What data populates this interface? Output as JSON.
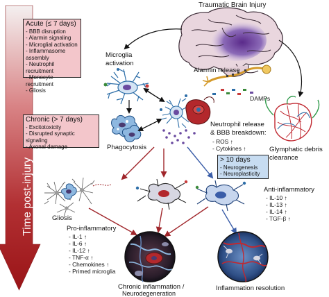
{
  "title": "Traumatic Brain Injury",
  "time_axis": "Time post-injury",
  "acute": {
    "heading": "Acute (≤ 7 days)",
    "items": [
      "- BBB disruption",
      "- Alarmin signaling",
      "- Microglial activation",
      "- Inflammasome assembly",
      "- Neutrophil recruitment",
      "- Monocyte recruitment",
      "- Gliosis"
    ]
  },
  "chronic": {
    "heading": "Chronic (> 7 days)",
    "items": [
      "- Excitotoxicity",
      "- Disrupted synaptic signaling",
      "- Axonal damage"
    ]
  },
  "late": {
    "heading": "> 10 days",
    "items": [
      "- Neurogenesis",
      "- Neuroplasticity"
    ]
  },
  "labels": {
    "microglia_activation": [
      "Microglia",
      "activation"
    ],
    "alarmin_release": "Alarmin release",
    "damps": "DAMPs",
    "phagocytosis": "Phagocytosis",
    "neutrophil": [
      "Neutrophil release",
      "& BBB breakdown:"
    ],
    "glymphatic": [
      "Glymphatic debris",
      "clearance"
    ],
    "gliosis": "Gliosis",
    "chronic_inflammation": [
      "Chronic inflammation /",
      "Neurodegeneration"
    ],
    "inflammation_resolution": "Inflammation resolution"
  },
  "neutrophil_effects": [
    "- ROS ↑",
    "- Cytokines ↑"
  ],
  "pro_inflammatory": {
    "heading": "Pro-inflammatory",
    "items": [
      "- IL-1 ↑",
      "- IL-6 ↑",
      "- IL-12 ↑",
      "- TNF-α ↑",
      "- Chemokines ↑",
      "- Primed microglia"
    ]
  },
  "anti_inflammatory": {
    "heading": "Anti-inflammatory",
    "items": [
      "- IL-10 ↑",
      "- IL-13 ↑",
      "- IL-14 ↑",
      "- TGF-β ↑"
    ]
  },
  "colors": {
    "acute_box": "#f3c6cb",
    "late_box": "#c7dcf1",
    "red_arrow": "#a0262b",
    "blue_arrow": "#3a5da8",
    "time_top": "#ece8e8",
    "time_bottom": "#a4161a"
  }
}
